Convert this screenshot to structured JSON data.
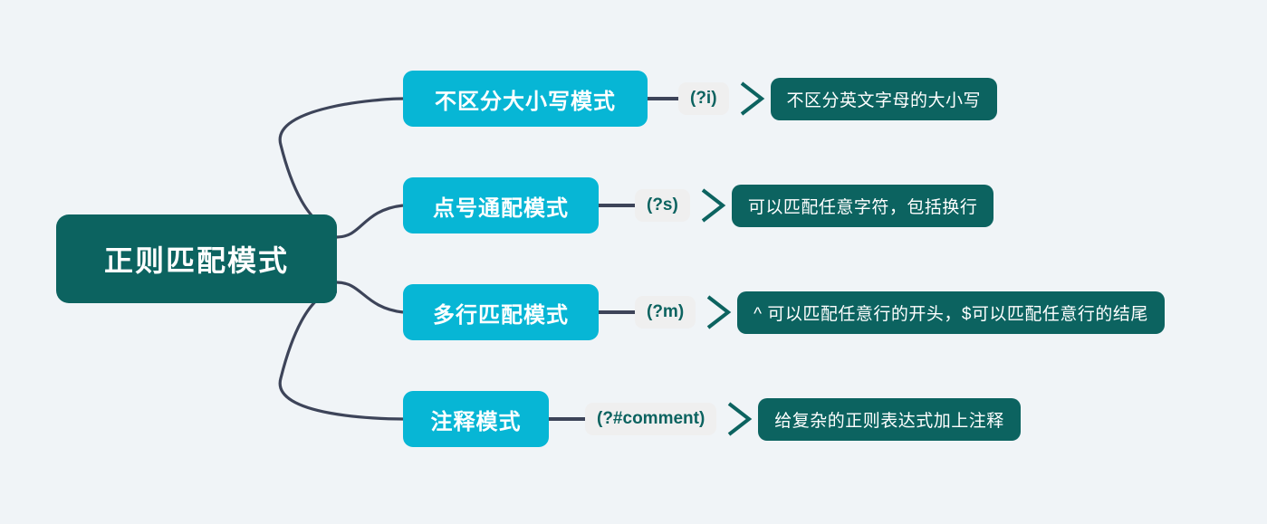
{
  "diagram": {
    "type": "mind-map",
    "background_color": "#f0f4f7",
    "root": {
      "label": "正则匹配模式",
      "color": "#0c6360",
      "text_color": "#ffffff"
    },
    "colors": {
      "branch": "#07b6d5",
      "description": "#0c6360",
      "pill_background": "#efefef",
      "pill_text": "#0c6360",
      "connector": "#3d4459",
      "chevron": "#0c6360"
    },
    "branches": [
      {
        "label": "不区分大小写模式",
        "code": "(?i)",
        "description": "不区分英文字母的大小写"
      },
      {
        "label": "点号通配模式",
        "code": "(?s)",
        "description": "可以匹配任意字符，包括换行"
      },
      {
        "label": "多行匹配模式",
        "code": "(?m)",
        "description": "^ 可以匹配任意行的开头，$可以匹配任意行的结尾"
      },
      {
        "label": "注释模式",
        "code": "(?#comment)",
        "description": "给复杂的正则表达式加上注释"
      }
    ]
  }
}
